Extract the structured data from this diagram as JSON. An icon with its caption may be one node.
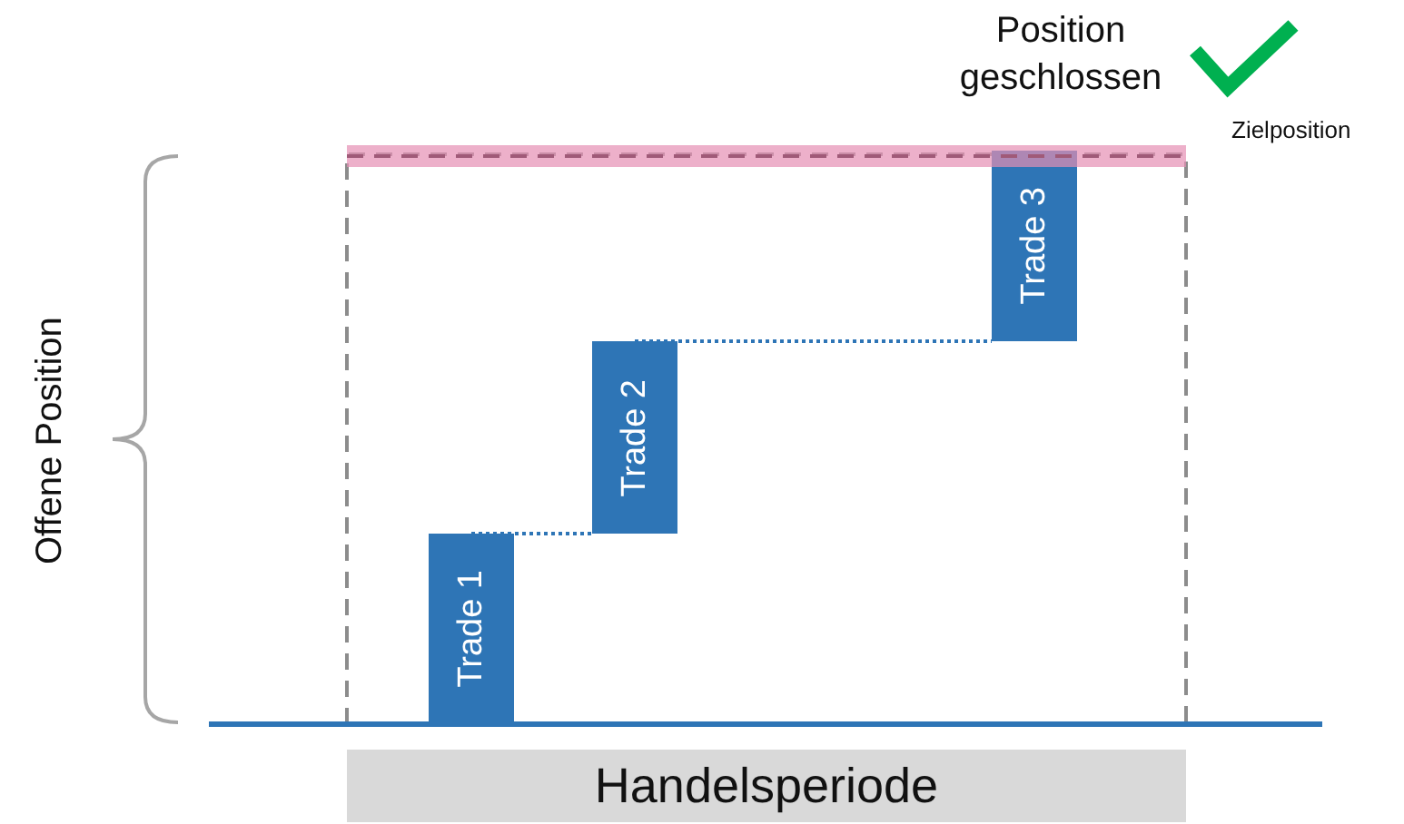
{
  "diagram": {
    "nodes": [
      {
        "text": [
          "Trade 1"
        ]
      },
      {
        "text": [
          "Trade 2"
        ]
      },
      {
        "text": [
          "Trade 3"
        ]
      },
      {
        "text": [
          "Handelsperiode"
        ]
      }
    ],
    "edges": [
      {
        "from": 0,
        "to": 1,
        "arrow": "none",
        "style": "dashed"
      },
      {
        "from": 1,
        "to": 2,
        "arrow": "none",
        "style": "dashed"
      }
    ],
    "labels": [
      "Position geschlossen",
      "Zielposition",
      "Offene Position"
    ]
  }
}
